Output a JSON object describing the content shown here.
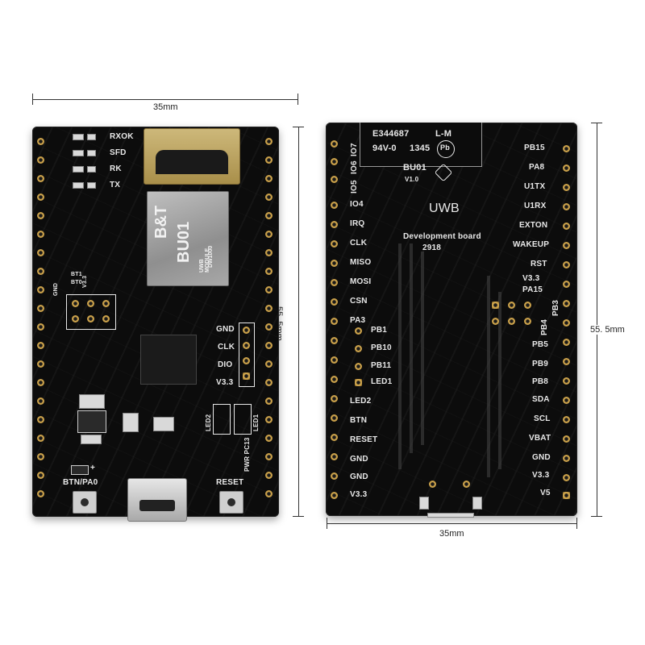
{
  "dimensions": {
    "top_width": "35mm",
    "bottom_width": "35mm",
    "height_left": "55. 5mm",
    "height_right": "55. 5mm"
  },
  "front": {
    "leds": [
      "RXOK",
      "SFD",
      "RK",
      "TX"
    ],
    "module": {
      "brand": "B&T",
      "model": "BU01",
      "subtitle1": "UWB MODULE",
      "subtitle2": "DW1000"
    },
    "small_labels": [
      "GND",
      "BT1",
      "BT0",
      "V3.3"
    ],
    "swd": [
      "GND",
      "CLK",
      "DIO",
      "V3.3"
    ],
    "led_labels": [
      "LED2",
      "LED1"
    ],
    "pwr_label": "PWR PC13",
    "btn_label": "BTN/PA0",
    "reset_label": "RESET",
    "plus": "+"
  },
  "back": {
    "cert": "E344687",
    "cert_code": "94V-0",
    "date": "1345",
    "lm": "L-M",
    "pb": "Pb",
    "model": "BU01",
    "version": "V1.0",
    "title": "UWB",
    "subtitle": "Development board",
    "year": "2918",
    "left_pins": [
      "IO7",
      "IO6",
      "IO5",
      "IO4",
      "IRQ",
      "CLK",
      "MISO",
      "MOSI",
      "CSN",
      "PA3",
      "PB1",
      "PB10",
      "PB11",
      "LED1",
      "LED2",
      "BTN",
      "RESET",
      "GND",
      "GND",
      "V3.3"
    ],
    "right_pins": [
      "PB15",
      "PA8",
      "U1TX",
      "U1RX",
      "EXTON",
      "WAKEUP",
      "RST",
      "V3.3",
      "PA15",
      "PB3",
      "PB4",
      "PB5",
      "PB9",
      "PB8",
      "SDA",
      "SCL",
      "VBAT",
      "GND",
      "V3.3",
      "V5"
    ]
  }
}
